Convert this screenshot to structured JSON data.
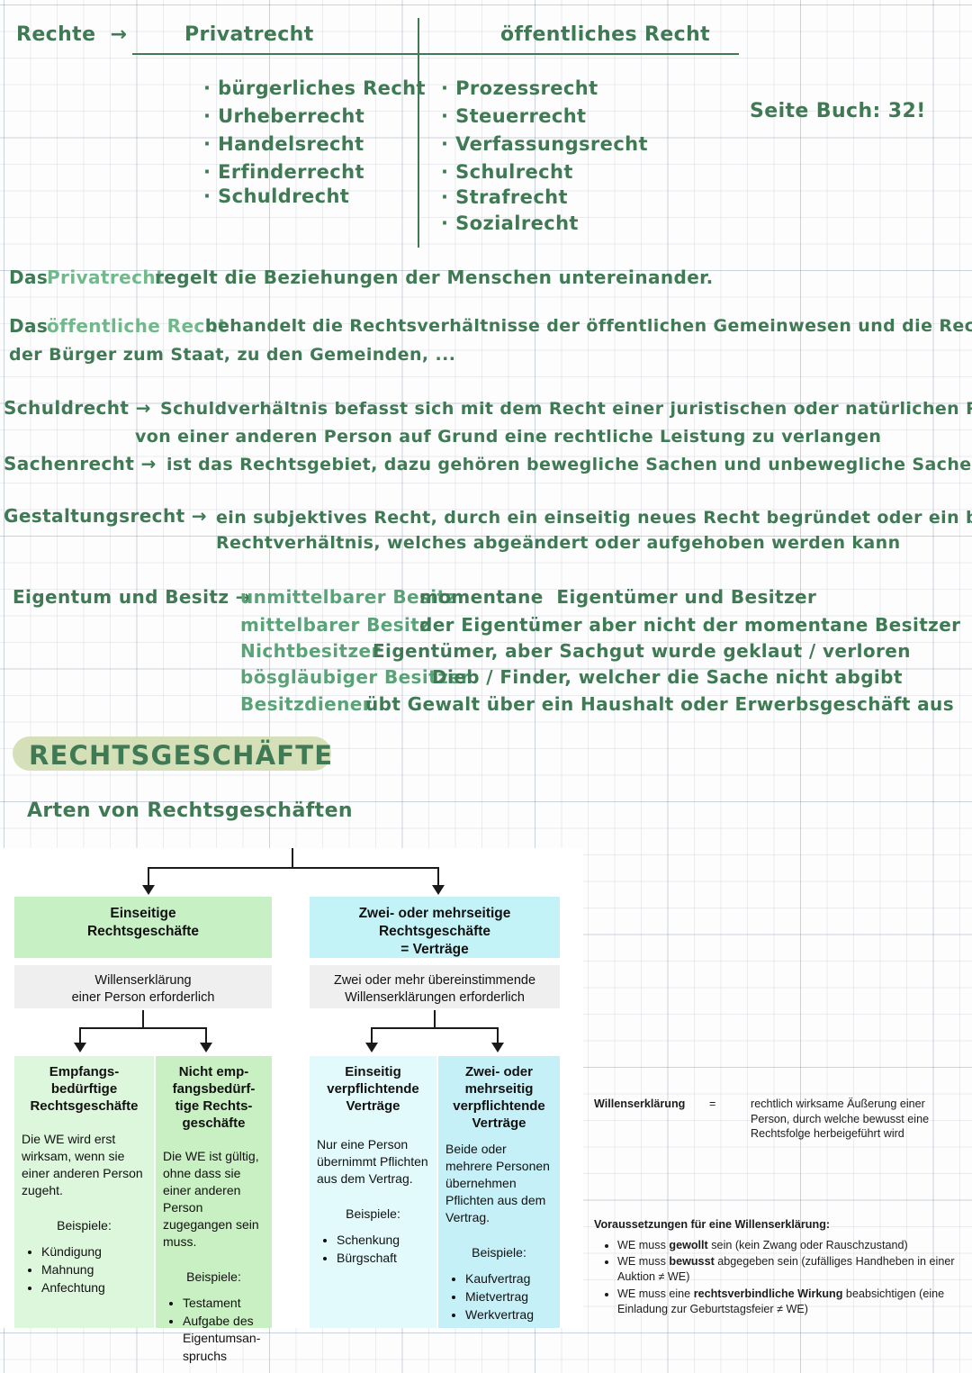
{
  "page": {
    "background": "graph-paper",
    "ink_color": "#3f7a55",
    "ink_light_color": "#71b98c"
  },
  "top_table": {
    "row_label": "Rechte  →",
    "columns": [
      {
        "heading": "Privatrecht",
        "items": [
          "· bürgerliches Recht",
          "· Urheberrecht",
          "· Handelsrecht",
          "· Erfinderrecht",
          "· Schuldrecht"
        ]
      },
      {
        "heading": "öffentliches Recht",
        "items": [
          "· Prozessrecht",
          "· Steuerrecht",
          "· Verfassungsrecht",
          "· Schulrecht",
          "· Strafrecht",
          "· Sozialrecht"
        ]
      }
    ],
    "side_note": "Seite Buch: 32!"
  },
  "definitions": {
    "privatrecht": {
      "lead": "Das",
      "term": "Privatrecht",
      "rest": "regelt die Beziehungen der Menschen untereinander."
    },
    "oeffentliches_recht": {
      "lead": "Das",
      "term": "öffentliche Recht",
      "rest": "behandelt die Rechtsverhältnisse der öffentlichen Gemeinwesen und die Rechtsbeziehungen",
      "line2": "der Bürger zum Staat, zu den Gemeinden, ..."
    },
    "schuldrecht": {
      "term": "Schuldrecht →",
      "line1": "Schuldverhältnis befasst sich mit dem Recht einer juristischen oder natürlichen Person befasst",
      "line2": "von einer anderen Person auf Grund eine rechtliche Leistung zu verlangen"
    },
    "sachenrecht": {
      "term": "Sachenrecht →",
      "line1": "ist das Rechtsgebiet, dazu gehören bewegliche Sachen und unbewegliche Sachen"
    },
    "gestaltungsrecht": {
      "term": "Gestaltungsrecht →",
      "line1": "ein subjektives Recht, durch ein einseitig neues Recht begründet oder ein bestehendes",
      "line2": "Rechtverhältnis, welches abgeändert oder aufgehoben werden kann"
    }
  },
  "eigentum_besitz": {
    "term": "Eigentum und Besitz →",
    "rows": [
      {
        "key": "unmittelbarer Besitz",
        "value": "momentane  Eigentümer und Besitzer"
      },
      {
        "key": "mittelbarer Besitz",
        "value": "der Eigentümer aber nicht der momentane Besitzer"
      },
      {
        "key": "Nichtbesitzer",
        "value": "Eigentümer, aber Sachgut wurde geklaut / verloren"
      },
      {
        "key": "bösgläubiger Besitzer",
        "value": "Dieb / Finder, welcher die Sache nicht abgibt"
      },
      {
        "key": "Besitzdiener",
        "value": "übt Gewalt über ein Haushalt oder Erwerbsgeschäft aus"
      }
    ]
  },
  "section": {
    "title": "RECHTSGESCHÄFTE",
    "highlight_color": "#d6e0b8",
    "subtitle": "Arten von Rechtsgeschäften"
  },
  "flowchart": {
    "level1": [
      {
        "header": "Einseitige\nRechtsgeschäfte",
        "header_color": "#c7f0c5",
        "sub": "Willenserklärung\neiner Person erforderlich"
      },
      {
        "header": "Zwei- oder mehrseitige\nRechtsgeschäfte\n= Verträge",
        "header_color": "#c3f2f7",
        "sub": "Zwei oder mehr übereinstimmende\nWillenserklärungen erforderlich"
      }
    ],
    "leaves": [
      {
        "header": "Empfangs-\nbedürftige\nRechtsgeschäfte",
        "body": "Die WE wird erst wirksam, wenn sie einer anderen Person zugeht.",
        "examples_label": "Beispiele:",
        "examples": [
          "Kündigung",
          "Mahnung",
          "Anfechtung"
        ],
        "color": "#ddf7dd"
      },
      {
        "header": "Nicht emp-\nfangsbedürf-\ntige Rechts-\ngeschäfte",
        "body": "Die WE ist gültig, ohne dass sie einer anderen Person zugegangen sein muss.",
        "examples_label": "Beispiele:",
        "examples": [
          "Testament",
          "Aufgabe des Eigentumsan-spruchs"
        ],
        "color": "#c9f0c2"
      },
      {
        "header": "Einseitig\nverpflichtende\nVerträge",
        "body": "Nur eine Person übernimmt Pflichten aus dem Vertrag.",
        "examples_label": "Beispiele:",
        "examples": [
          "Schenkung",
          "Bürgschaft"
        ],
        "color": "#e2fafc"
      },
      {
        "header": "Zwei- oder\nmehrseitig\nverpflichtende\nVerträge",
        "body": "Beide oder mehrere Personen übernehmen Pflichten aus dem Vertrag.",
        "examples_label": "Beispiele:",
        "examples": [
          "Kaufvertrag",
          "Mietvertrag",
          "Werkvertrag"
        ],
        "color": "#c5f0f7"
      }
    ]
  },
  "we_definition": {
    "term": "Willenserklärung",
    "equals": "=",
    "body": "rechtlich wirksame Äußerung einer Person, durch welche bewusst eine Rechtsfolge herbeigeführt wird"
  },
  "voraussetzungen": {
    "title": "Voraussetzungen für eine Willenserklärung:",
    "items": [
      {
        "pre": "WE muss ",
        "bold": "gewollt",
        "post": " sein (kein Zwang oder Rauschzustand)"
      },
      {
        "pre": "WE muss ",
        "bold": "bewusst",
        "post": " abgegeben sein (zufälliges Handheben in einer Auktion ≠ WE)"
      },
      {
        "pre": "WE muss eine ",
        "bold": "rechtsverbindliche Wirkung",
        "post": " beabsichtigen (eine Einladung zur Geburtstagsfeier ≠ WE)"
      }
    ]
  }
}
